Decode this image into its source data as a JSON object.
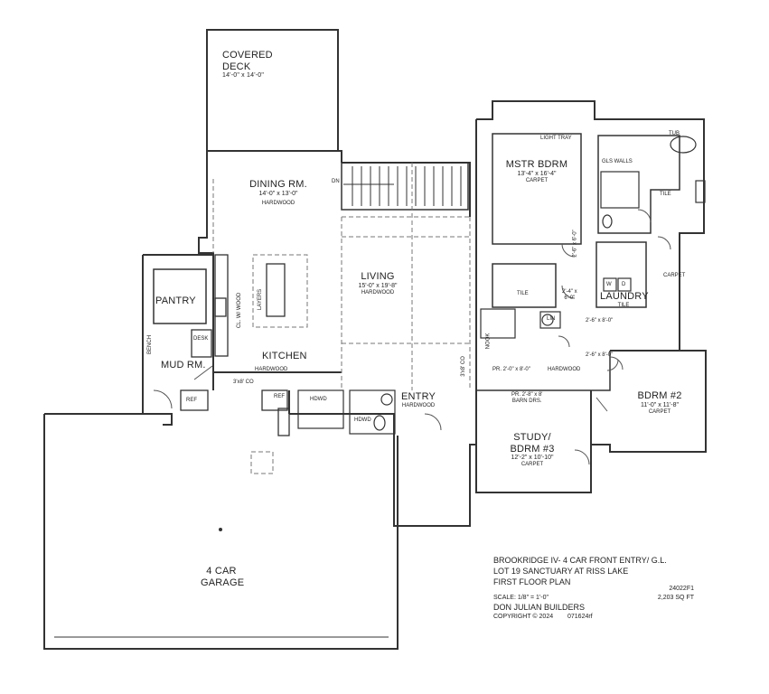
{
  "rooms": {
    "covered_deck": {
      "name": "COVERED\nDECK",
      "dims": "14'-0\" x 14'-0\""
    },
    "dining": {
      "name": "DINING RM.",
      "dims": "14'-0\" x 13'-0\"",
      "floor": "HARDWOOD"
    },
    "living": {
      "name": "LIVING",
      "dims": "15'-0\" x 19'-8\"",
      "floor": "HARDWOOD"
    },
    "kitchen": {
      "name": "KITCHEN",
      "floor": "HARDWOOD"
    },
    "pantry": {
      "name": "PANTRY"
    },
    "mud": {
      "name": "MUD RM."
    },
    "master": {
      "name": "MSTR BDRM",
      "dims": "13'-4\" x 16'-4\"",
      "floor": "CARPET"
    },
    "laundry": {
      "name": "LAUNDRY",
      "floor": "TILE"
    },
    "entry": {
      "name": "ENTRY",
      "floor": "HARDWOOD"
    },
    "study": {
      "name": "STUDY/\nBDRM #3",
      "dims": "12'-2\" x 10'-10\"",
      "floor": "CARPET"
    },
    "bdrm2": {
      "name": "BDRM #2",
      "dims": "11'-0\" x 11'-8\"",
      "floor": "CARPET"
    },
    "garage": {
      "name": "4 CAR\nGARAGE"
    }
  },
  "notes": {
    "light_tray": "LIGHT TRAY",
    "tub": "TUB",
    "gls_walls": "GLS WALLS",
    "tile_bath": "TILE",
    "carpet_closet": "CARPET",
    "tile_bath2": "TILE",
    "lin": "LIN",
    "nook": "NOOK",
    "dn": "DN",
    "hardwood_hall": "HARDWOOD",
    "pr_door": "PR. 2'-0\" x 8'-0\"",
    "barn_drs": "PR. 2'-8\" x 8'\nBARN DRS.",
    "cl_w_wood": "CL. W/ WOOD",
    "bench": "BENCH",
    "desk": "DESK",
    "ref": "REF",
    "ref2": "REF",
    "hdwd": "HDWD",
    "hdwd2": "HDWD",
    "co_note": "3'x8' CO",
    "co_note2": "3'x8' CO",
    "closet_a": "2'-6\" x 6'-0\"",
    "closet_b": "2'-4\" x\n6'-0\"",
    "closet_c": "2'-6\" x 8'-0\"",
    "closet_d": "2'-6\" x 8'-0\"",
    "layers": "LAYERS",
    "w": "W",
    "d": "D"
  },
  "title_block": {
    "line1": "BROOKRIDGE  IV- 4 CAR FRONT ENTRY/ G.L.",
    "line2": "LOT 19 SANCTUARY AT RISS LAKE",
    "line3": "FIRST FLOOR PLAN",
    "plan_no": "24022F1",
    "scale": "SCALE:  1/8\" = 1'-0\"",
    "sqft": "2,203  SQ  FT",
    "builder": "DON JULIAN BUILDERS",
    "copyright": "COPYRIGHT © 2024",
    "date_code": "071624rf"
  },
  "colors": {
    "line": "#333333",
    "thin": "#555555",
    "dash": "#777777"
  }
}
